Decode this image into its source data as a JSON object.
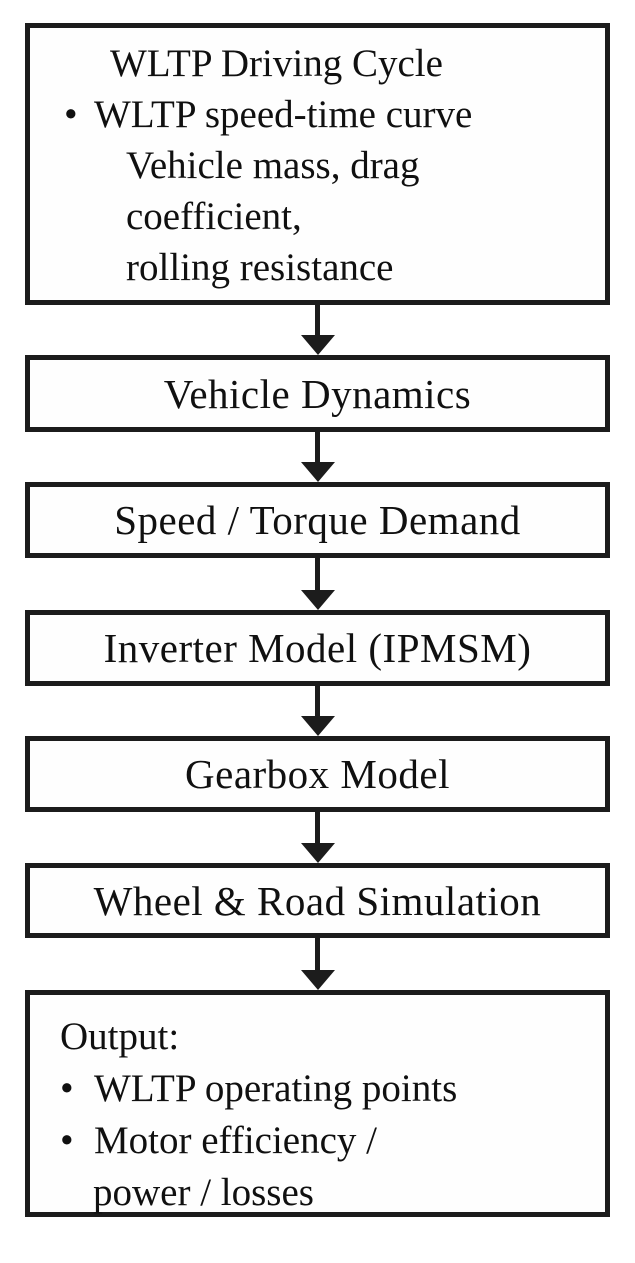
{
  "figure": {
    "bullet_char": "•",
    "colors": {
      "background": "#ffffff",
      "line": "#1c1c1c",
      "text": "#101010"
    },
    "nodes": {
      "driving_cycle": {
        "title": "WLTP Driving Cycle",
        "bullet_1": "WLTP speed-time curve",
        "cont_1": "Vehicle mass, drag",
        "cont_2": "coefficient,",
        "cont_3": "rolling resistance"
      },
      "vehicle_dynamics": {
        "label": "Vehicle Dynamics"
      },
      "speed_torque": {
        "label": "Speed / Torque Demand"
      },
      "inverter": {
        "label": "Inverter Model (IPMSM)"
      },
      "gearbox": {
        "label": "Gearbox Model"
      },
      "wheel_road": {
        "label": "Wheel & Road Simulation"
      },
      "output": {
        "title": "Output:",
        "bullet_1": "WLTP operating points",
        "bullet_2": "Motor efficiency /",
        "cont_1": "power / losses"
      }
    }
  }
}
